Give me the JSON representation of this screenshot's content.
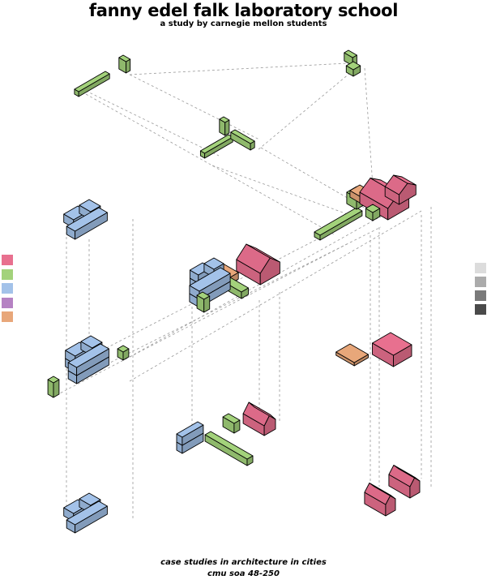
{
  "header": {
    "title": "fanny edel falk laboratory school",
    "subtitle": "a study by carnegie mellon students"
  },
  "footer": {
    "line1": "case studies in architecture in cities",
    "line2": "cmu soa 48-250"
  },
  "colors": {
    "pink": "#e8708f",
    "green": "#a3d27b",
    "blue": "#a3c2e9",
    "purple": "#b582c3",
    "orange": "#e8a77a",
    "outline": "#000000",
    "guide": "#9a9a9a"
  },
  "legend_left": [
    "#e8708f",
    "#a3d27b",
    "#a3c2e9",
    "#b582c3",
    "#e8a77a"
  ],
  "legend_right": [
    "#dcdcdc",
    "#ababab",
    "#7a7a7a",
    "#4a4a4a"
  ]
}
